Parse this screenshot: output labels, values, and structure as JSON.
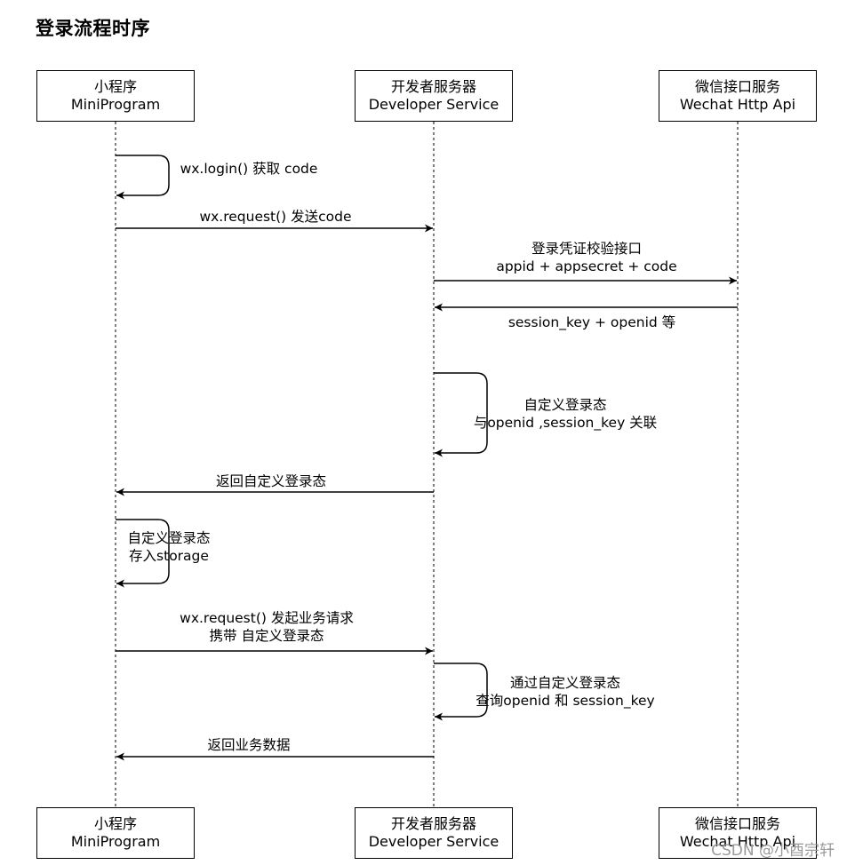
{
  "title": "登录流程时序",
  "actors": [
    {
      "name": "小程序",
      "subtitle": "MiniProgram"
    },
    {
      "name": "开发者服务器",
      "subtitle": "Developer Service"
    },
    {
      "name": "微信接口服务",
      "subtitle": "Wechat Http Api"
    }
  ],
  "messages": [
    {
      "lines": [
        "wx.login() 获取 code"
      ]
    },
    {
      "lines": [
        "wx.request() 发送code"
      ]
    },
    {
      "lines": [
        "登录凭证校验接口",
        "appid + appsecret + code"
      ]
    },
    {
      "lines": [
        "session_key + openid 等"
      ]
    },
    {
      "lines": [
        "自定义登录态",
        "与openid ,session_key 关联"
      ]
    },
    {
      "lines": [
        "返回自定义登录态"
      ]
    },
    {
      "lines": [
        "自定义登录态",
        "存入storage"
      ]
    },
    {
      "lines": [
        "wx.request() 发起业务请求",
        "携带 自定义登录态"
      ]
    },
    {
      "lines": [
        "通过自定义登录态",
        "查询openid 和 session_key"
      ]
    },
    {
      "lines": [
        "返回业务数据"
      ]
    }
  ],
  "watermark": "CSDN @小酉宗轩"
}
